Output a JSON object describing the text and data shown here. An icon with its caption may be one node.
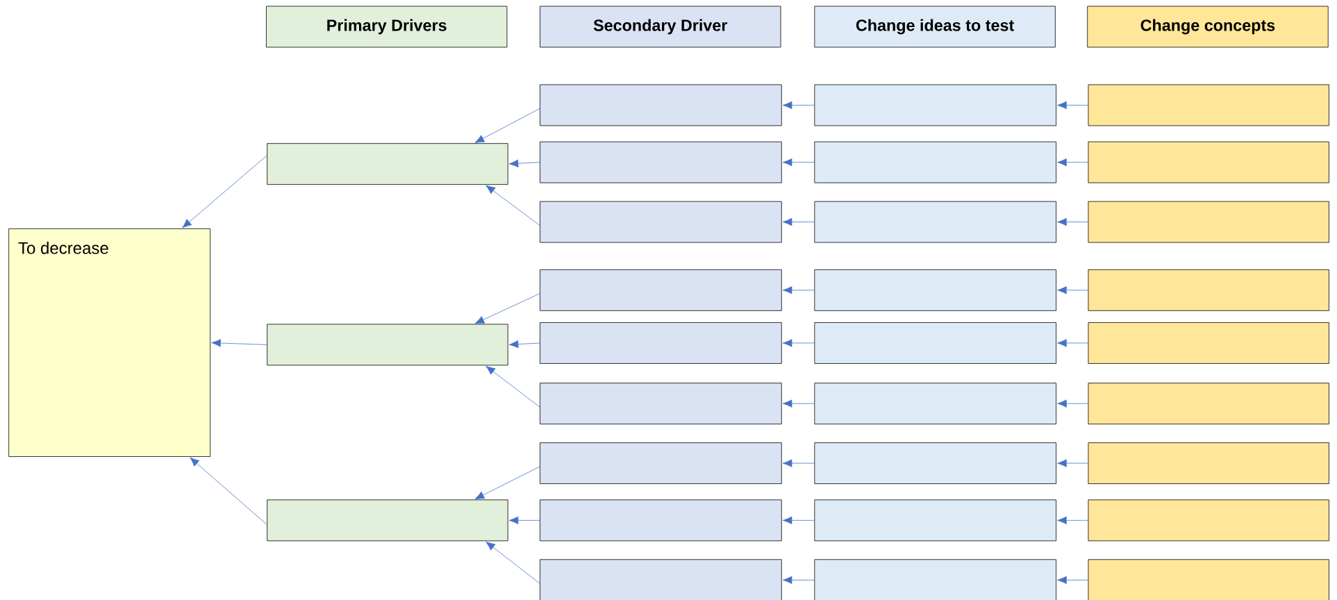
{
  "diagram": {
    "nodes": [
      {
        "text": [
          "Primary Drivers"
        ]
      },
      {
        "text": [
          "Secondary Driver"
        ]
      },
      {
        "text": [
          "Change ideas to test"
        ]
      },
      {
        "text": [
          "Change concepts"
        ]
      },
      {
        "text": [
          "To decrease"
        ]
      },
      {
        "text": [],
        "shape": "box"
      },
      {
        "text": [],
        "shape": "box"
      },
      {
        "text": [],
        "shape": "box"
      },
      {
        "text": [],
        "shape": "box"
      },
      {
        "text": [],
        "shape": "box"
      },
      {
        "text": [],
        "shape": "box"
      },
      {
        "text": [],
        "shape": "box"
      },
      {
        "text": [],
        "shape": "box"
      },
      {
        "text": [],
        "shape": "box"
      },
      {
        "text": [],
        "shape": "box"
      },
      {
        "text": [],
        "shape": "box"
      },
      {
        "text": [],
        "shape": "box"
      },
      {
        "text": [],
        "shape": "box"
      },
      {
        "text": [],
        "shape": "box"
      },
      {
        "text": [],
        "shape": "box"
      },
      {
        "text": [],
        "shape": "box"
      },
      {
        "text": [],
        "shape": "box"
      },
      {
        "text": [],
        "shape": "box"
      },
      {
        "text": [],
        "shape": "box"
      },
      {
        "text": [],
        "shape": "box"
      },
      {
        "text": [],
        "shape": "box"
      },
      {
        "text": [],
        "shape": "box"
      },
      {
        "text": [],
        "shape": "box"
      },
      {
        "text": [],
        "shape": "box"
      },
      {
        "text": [],
        "shape": "box"
      },
      {
        "text": [],
        "shape": "box"
      },
      {
        "text": [],
        "shape": "box"
      },
      {
        "text": [],
        "shape": "box"
      },
      {
        "text": [],
        "shape": "box"
      },
      {
        "text": [],
        "shape": "box"
      }
    ],
    "edges": [
      {
        "from": 5,
        "to": 4,
        "arrow": "to"
      },
      {
        "from": 6,
        "to": 4,
        "arrow": "to"
      },
      {
        "from": 7,
        "to": 4,
        "arrow": "to"
      },
      {
        "from": 8,
        "to": 5,
        "arrow": "to"
      },
      {
        "from": 9,
        "to": 5,
        "arrow": "to"
      },
      {
        "from": 10,
        "to": 5,
        "arrow": "to"
      },
      {
        "from": 11,
        "to": 6,
        "arrow": "to"
      },
      {
        "from": 12,
        "to": 6,
        "arrow": "to"
      },
      {
        "from": 13,
        "to": 6,
        "arrow": "to"
      },
      {
        "from": 14,
        "to": 7,
        "arrow": "to"
      },
      {
        "from": 15,
        "to": 7,
        "arrow": "to"
      },
      {
        "from": 16,
        "to": 7,
        "arrow": "to"
      },
      {
        "from": 17,
        "to": 8,
        "arrow": "to"
      },
      {
        "from": 18,
        "to": 9,
        "arrow": "to"
      },
      {
        "from": 19,
        "to": 10,
        "arrow": "to"
      },
      {
        "from": 20,
        "to": 11,
        "arrow": "to"
      },
      {
        "from": 21,
        "to": 12,
        "arrow": "to"
      },
      {
        "from": 22,
        "to": 13,
        "arrow": "to"
      },
      {
        "from": 23,
        "to": 14,
        "arrow": "to"
      },
      {
        "from": 24,
        "to": 15,
        "arrow": "to"
      },
      {
        "from": 25,
        "to": 16,
        "arrow": "to"
      },
      {
        "from": 26,
        "to": 17,
        "arrow": "to"
      },
      {
        "from": 27,
        "to": 18,
        "arrow": "to"
      },
      {
        "from": 28,
        "to": 19,
        "arrow": "to"
      },
      {
        "from": 29,
        "to": 20,
        "arrow": "to"
      },
      {
        "from": 30,
        "to": 21,
        "arrow": "to"
      },
      {
        "from": 31,
        "to": 22,
        "arrow": "to"
      },
      {
        "from": 32,
        "to": 23,
        "arrow": "to"
      },
      {
        "from": 33,
        "to": 24,
        "arrow": "to"
      },
      {
        "from": 34,
        "to": 25,
        "arrow": "to"
      }
    ]
  }
}
